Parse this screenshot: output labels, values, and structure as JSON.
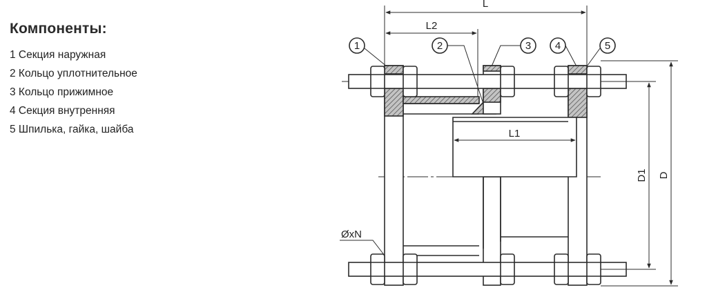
{
  "legend": {
    "title": "Компоненты:",
    "items": [
      "1 Секция наружная",
      "2 Кольцо уплотнительное",
      "3 Кольцо прижимное",
      "4 Секция внутренняя",
      "5 Шпилька, гайка, шайба"
    ]
  },
  "drawing": {
    "callouts": [
      "1",
      "2",
      "3",
      "4",
      "5"
    ],
    "dimensions": {
      "L": "L",
      "L1": "L1",
      "L2": "L2",
      "D": "D",
      "D1": "D1",
      "holes": "ØxN"
    },
    "colors": {
      "line": "#2b2b2b",
      "hatch_fill": "#bdbdbd"
    }
  }
}
